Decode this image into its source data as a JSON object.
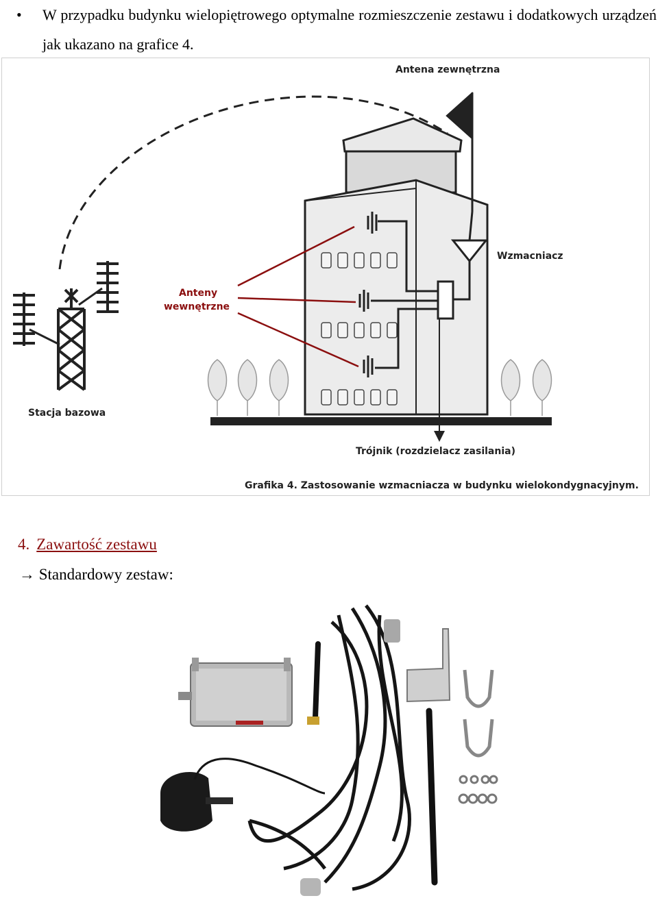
{
  "paragraph": {
    "bullet": "•",
    "text": "W przypadku budynku wielopiętrowego optymalne rozmieszczenie zestawu i dodatkowych urządzeń jak ukazano na grafice 4."
  },
  "figure": {
    "labels": {
      "external_antenna": "Antena zewnętrzna",
      "amplifier": "Wzmacniacz",
      "internal_antennas_line1": "Anteny",
      "internal_antennas_line2": "wewnętrzne",
      "base_station": "Stacja bazowa",
      "splitter": "Trójnik (rozdzielacz zasilania)"
    },
    "caption": "Grafika 4. Zastosowanie wzmacniacza w budynku wielokondygnacyjnym.",
    "colors": {
      "accent": "#8b0f0f",
      "ink": "#222222"
    }
  },
  "section": {
    "number": "4.",
    "title": "Zawartość zestawu"
  },
  "standard_set": {
    "arrow": "→",
    "label": "Standardowy zestaw:"
  },
  "photo": {
    "items": [
      "amplifier-box",
      "indoor-antenna",
      "power-adapter",
      "coax-cable",
      "outdoor-antenna",
      "mount-bracket",
      "u-bolts",
      "nuts-and-washers"
    ]
  }
}
